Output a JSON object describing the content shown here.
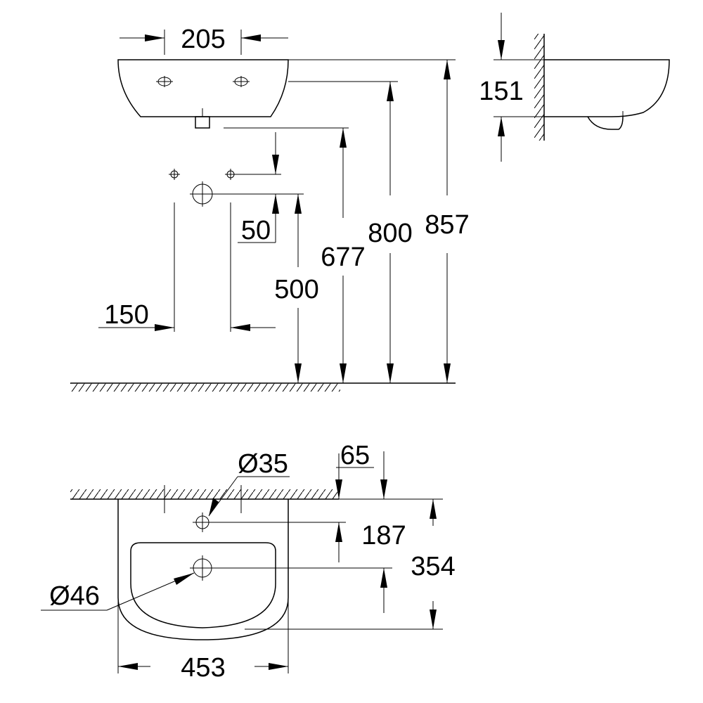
{
  "dimensions": {
    "tap_spacing": "205",
    "side_depth": "151",
    "fixing_offset": "50",
    "fixing_spacing": "150",
    "fixing_height": "500",
    "waste_height": "677",
    "rim_height": "800",
    "overall_height": "857",
    "tap_hole_diameter": "Ø35",
    "tap_hole_offset": "65",
    "tap_hole_depth": "187",
    "projection": "354",
    "waste_diameter": "Ø46",
    "width": "453"
  }
}
